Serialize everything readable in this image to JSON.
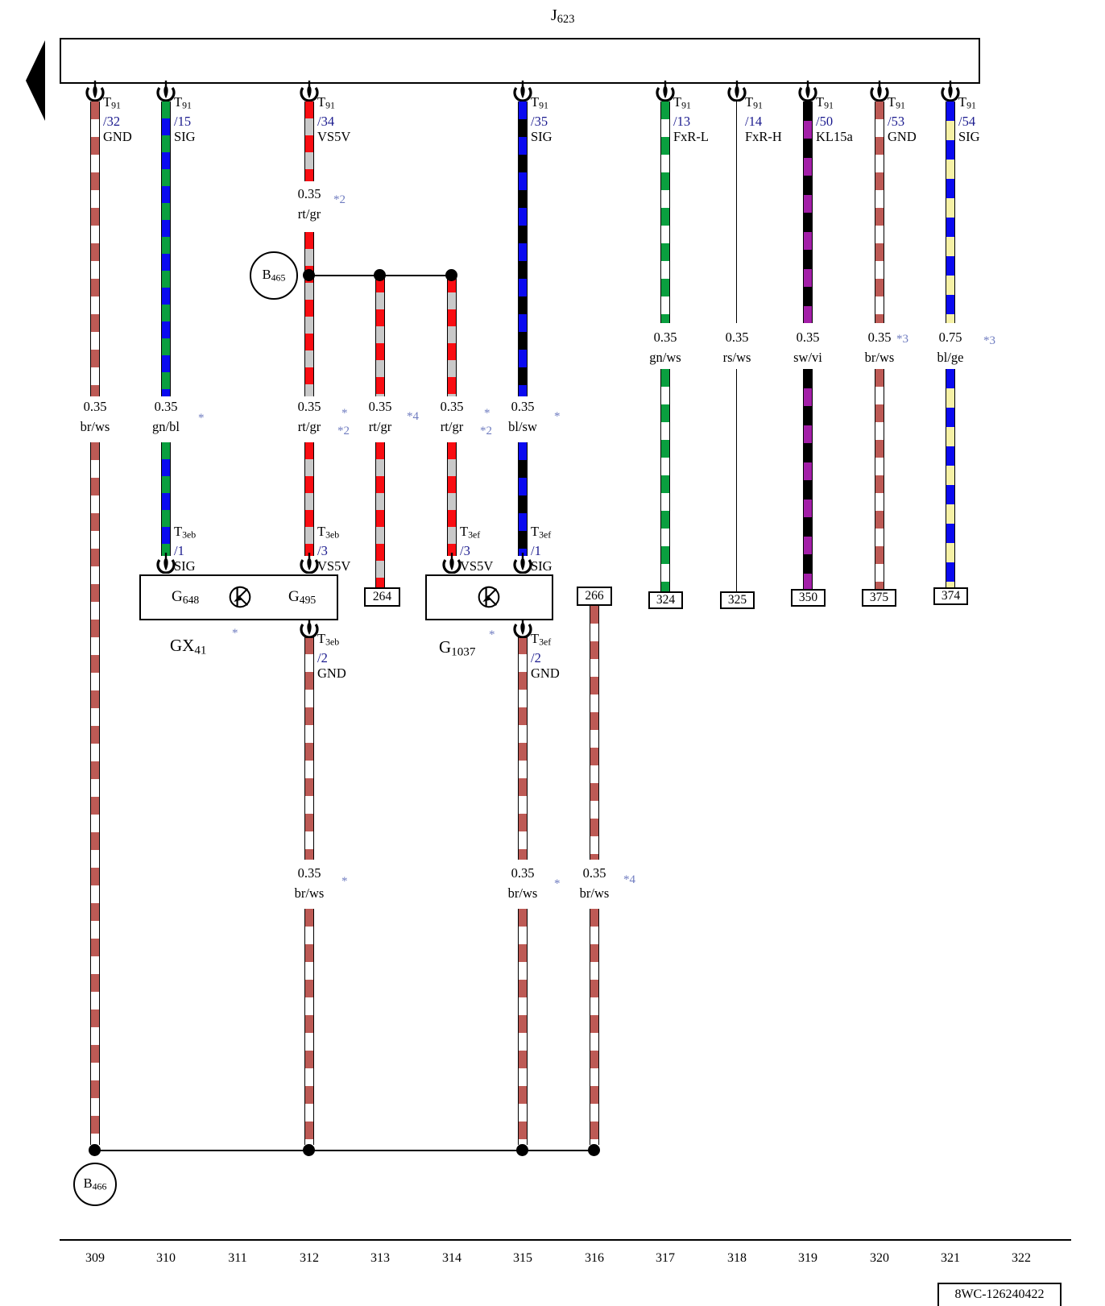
{
  "title": {
    "pre": "J",
    "sub": "623"
  },
  "junction_labels": {
    "b465": {
      "pre": "B",
      "sub": "465"
    },
    "b466": {
      "pre": "B",
      "sub": "466"
    }
  },
  "components": {
    "g648": {
      "pre": "G",
      "sub": "648"
    },
    "g495": {
      "pre": "G",
      "sub": "495"
    },
    "gx41": {
      "pre": "GX",
      "sub": "41",
      "note": "*"
    },
    "g1037": {
      "pre": "G",
      "sub": "1037",
      "note": "*"
    }
  },
  "pins": {
    "p32": {
      "t": "T",
      "ts": "91",
      "pin": "/32",
      "fn": "GND"
    },
    "p15": {
      "t": "T",
      "ts": "91",
      "pin": "/15",
      "fn": "SIG"
    },
    "p34": {
      "t": "T",
      "ts": "91",
      "pin": "/34",
      "fn": "VS5V"
    },
    "p35": {
      "t": "T",
      "ts": "91",
      "pin": "/35",
      "fn": "SIG"
    },
    "p13": {
      "t": "T",
      "ts": "91",
      "pin": "/13",
      "fn": "FxR-L"
    },
    "p14": {
      "t": "T",
      "ts": "91",
      "pin": "/14",
      "fn": "FxR-H"
    },
    "p50": {
      "t": "T",
      "ts": "91",
      "pin": "/50",
      "fn": "KL15a"
    },
    "p53": {
      "t": "T",
      "ts": "91",
      "pin": "/53",
      "fn": "GND"
    },
    "p54": {
      "t": "T",
      "ts": "91",
      "pin": "/54",
      "fn": "SIG"
    },
    "eb1": {
      "t": "T",
      "ts": "3eb",
      "pin": "/1",
      "fn": "SIG"
    },
    "eb3": {
      "t": "T",
      "ts": "3eb",
      "pin": "/3",
      "fn": "VS5V"
    },
    "eb2": {
      "t": "T",
      "ts": "3eb",
      "pin": "/2",
      "fn": "GND"
    },
    "ef3": {
      "t": "T",
      "ts": "3ef",
      "pin": "/3",
      "fn": "VS5V"
    },
    "ef1": {
      "t": "T",
      "ts": "3ef",
      "pin": "/1",
      "fn": "SIG"
    },
    "ef2": {
      "t": "T",
      "ts": "3ef",
      "pin": "/2",
      "fn": "GND"
    }
  },
  "wire_labels": {
    "w309": {
      "size": "0.35",
      "code": "br/ws"
    },
    "w310": {
      "size": "0.35",
      "code": "gn/bl",
      "n1": "*"
    },
    "w312t": {
      "size": "0.35",
      "code": "rt/gr",
      "n1": "*2"
    },
    "w312m": {
      "size": "0.35",
      "code": "rt/gr",
      "n1": "*",
      "n2": "*2"
    },
    "w313": {
      "size": "0.35",
      "code": "rt/gr",
      "n1": "*4"
    },
    "w314": {
      "size": "0.35",
      "code": "rt/gr",
      "n1": "*",
      "n2": "*2"
    },
    "w315": {
      "size": "0.35",
      "code": "bl/sw",
      "n1": "*"
    },
    "w317": {
      "size": "0.35",
      "code": "gn/ws"
    },
    "w318": {
      "size": "0.35",
      "code": "rs/ws"
    },
    "w319": {
      "size": "0.35",
      "code": "sw/vi"
    },
    "w320": {
      "size": "0.35",
      "code": "br/ws",
      "n1": "*3"
    },
    "w321": {
      "size": "0.75",
      "code": "bl/ge",
      "n1": "*3"
    },
    "w312b": {
      "size": "0.35",
      "code": "br/ws",
      "n1": "*"
    },
    "w315b": {
      "size": "0.35",
      "code": "br/ws",
      "n1": "*"
    },
    "w316b": {
      "size": "0.35",
      "code": "br/ws",
      "n1": "*4"
    }
  },
  "terminals": {
    "t264": "264",
    "t266": "266",
    "t324": "324",
    "t325": "325",
    "t350": "350",
    "t375": "375",
    "t374": "374"
  },
  "footer": {
    "numbers": [
      "309",
      "310",
      "311",
      "312",
      "313",
      "314",
      "315",
      "316",
      "317",
      "318",
      "319",
      "320",
      "321",
      "322"
    ],
    "doc_id": "8WC-126240422"
  },
  "colors": {
    "brown": "#bd5a55",
    "green": "#0a9f3f",
    "blue": "#0a0af0",
    "red": "#f90d12",
    "grey": "#c9c9c9",
    "black": "#000000",
    "violet": "#a31fa8",
    "yellow": "#f6f1a6",
    "pin_text": "#1a1a8e",
    "footnote": "#6f7cc0"
  }
}
